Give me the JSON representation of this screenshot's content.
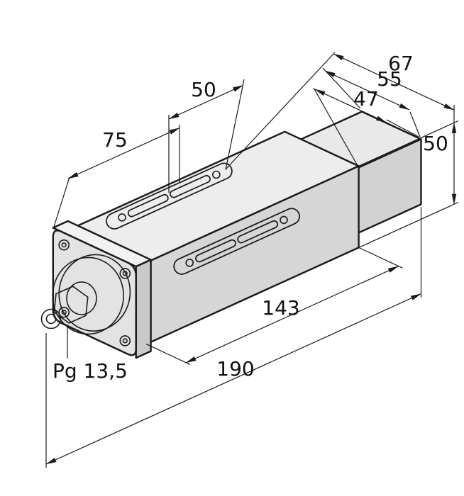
{
  "drawing": {
    "type": "isometric-dimension-drawing",
    "labels": {
      "dim75": "75",
      "dim50_top": "50",
      "dim47": "47",
      "dim55": "55",
      "dim67": "67",
      "dim50_height": "50",
      "dim143": "143",
      "dim190": "190",
      "gland": "Pg 13,5"
    },
    "colors": {
      "line": "#1a1a1a",
      "body_top": "#ededed",
      "body_side": "#d6d6d6",
      "head_top": "#e9e9e9",
      "head_side": "#d2d2d2",
      "flange_front": "#e3e3e3",
      "background": "#ffffff"
    }
  }
}
